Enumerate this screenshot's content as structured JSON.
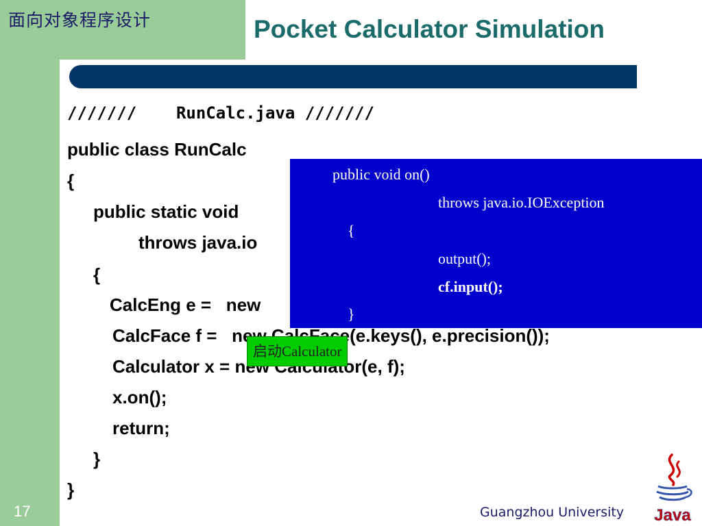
{
  "header": {
    "course_title": "面向对象程序设计",
    "slide_title": "Pocket Calculator Simulation"
  },
  "code": {
    "lines": [
      "///////    RunCalc.java ///////",
      "public class RunCalc",
      "{",
      "public static void",
      "throws java.io",
      "{",
      "CalcEng e =   new",
      "CalcFace f =   new CalcFace(e.keys(), e.precision());",
      "Calculator x = new Calculator(e, f);",
      "x.on();",
      "return;",
      "}",
      "}"
    ]
  },
  "popup": {
    "lines": [
      "public void on()",
      "throws java.io.IOException",
      "{",
      "output();",
      "cf.input();",
      "}"
    ]
  },
  "callout": {
    "label": "启动Calculator"
  },
  "footer": {
    "page_number": "17",
    "university": "Guangzhou University",
    "logo_text": "Java"
  },
  "colors": {
    "frame_green": "#99cc99",
    "title_bar": "#003366",
    "title_text": "#1c6b6b",
    "popup_bg": "#0000cc",
    "callout_bg": "#00cc00",
    "java_logo_red": "#cc0000",
    "java_logo_blue": "#3355aa"
  }
}
